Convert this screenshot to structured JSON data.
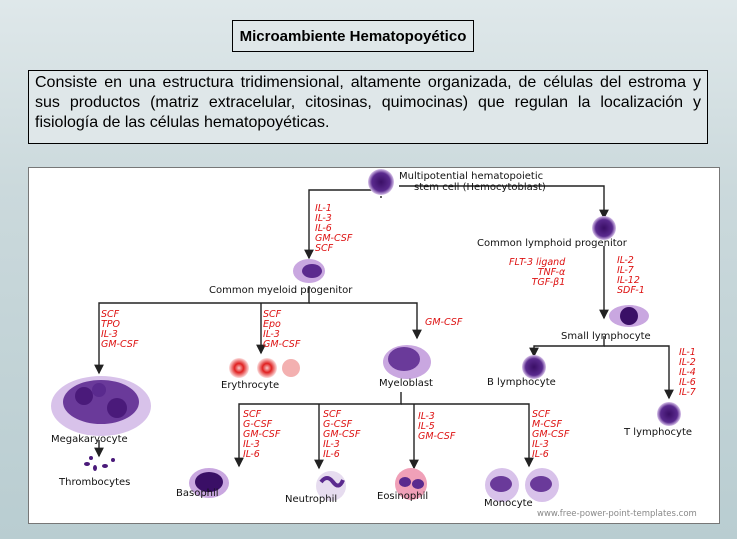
{
  "title": "Microambiente Hematopoyético",
  "description": "Consiste en una estructura tridimensional, altamente organizada, de células del estroma y sus productos (matriz extracelular, citosinas, quimocinas) que regulan la localización y fisiología de las células hematopoyéticas.",
  "diagram": {
    "stem_cell_line1": "Multipotential hematopoietic",
    "stem_cell_line2": "stem cell    (Hemocytoblast)",
    "myeloid_progenitor": "Common myeloid progenitor",
    "lymphoid_progenitor": "Common lymphoid progenitor",
    "erythrocyte": "Erythrocyte",
    "myeloblast": "Myeloblast",
    "megakaryocyte": "Megakaryocyte",
    "thrombocytes": "Thrombocytes",
    "basophil": "Basophil",
    "neutrophil": "Neutrophil",
    "eosinophil": "Eosinophil",
    "monocyte": "Monocyte",
    "small_lymphocyte": "Small lymphocyte",
    "b_lymphocyte": "B lymphocyte",
    "t_lymphocyte": "T lymphocyte",
    "factors": {
      "stem_to_myeloid": [
        "IL-1",
        "IL-3",
        "IL-6",
        "GM-CSF",
        "SCF"
      ],
      "lymphoid": [
        "FLT-3 ligand",
        "TNF-α",
        "TGF-β1"
      ],
      "lymphoid_right": [
        "IL-2",
        "IL-7",
        "IL-12",
        "SDF-1"
      ],
      "megakaryocyte": [
        "SCF",
        "TPO",
        "IL-3",
        "GM-CSF"
      ],
      "erythrocyte": [
        "SCF",
        "Epo",
        "IL-3",
        "GM-CSF"
      ],
      "myeloblast": [
        "GM-CSF"
      ],
      "basophil": [
        "SCF",
        "G-CSF",
        "GM-CSF",
        "IL-3",
        "IL-6"
      ],
      "neutrophil": [
        "SCF",
        "G-CSF",
        "GM-CSF",
        "IL-3",
        "IL-6"
      ],
      "eosinophil": [
        "IL-3",
        "IL-5",
        "GM-CSF"
      ],
      "monocyte": [
        "SCF",
        "M-CSF",
        "GM-CSF",
        "IL-3",
        "IL-6"
      ],
      "t_lymphocyte": [
        "IL-1",
        "IL-2",
        "IL-4",
        "IL-6",
        "IL-7"
      ]
    },
    "watermark": "www.free-power-point-templates.com"
  },
  "colors": {
    "cell_purple": "#4a1a7a",
    "cell_light": "#c9a7e0",
    "factor_red": "#dd1111",
    "arrow": "#222222"
  }
}
